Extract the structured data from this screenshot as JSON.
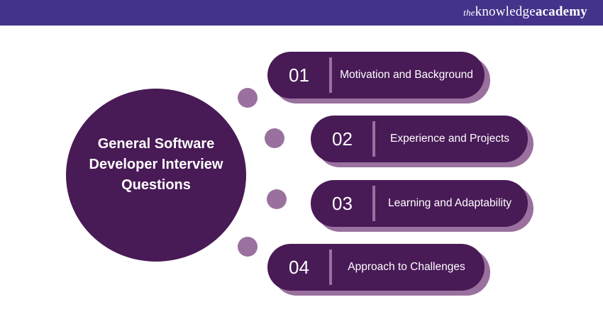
{
  "header": {
    "brand_the": "the",
    "brand_knowledge": "knowledge",
    "brand_academy": "academy",
    "bar_color": "#45328a"
  },
  "diagram": {
    "title": "General Software Developer Interview Questions",
    "colors": {
      "dark": "#481a56",
      "light": "#9a719e"
    },
    "items": [
      {
        "number": "01",
        "label": "Motivation and Background"
      },
      {
        "number": "02",
        "label": "Experience and Projects"
      },
      {
        "number": "03",
        "label": "Learning and Adaptability"
      },
      {
        "number": "04",
        "label": "Approach to Challenges"
      }
    ]
  }
}
